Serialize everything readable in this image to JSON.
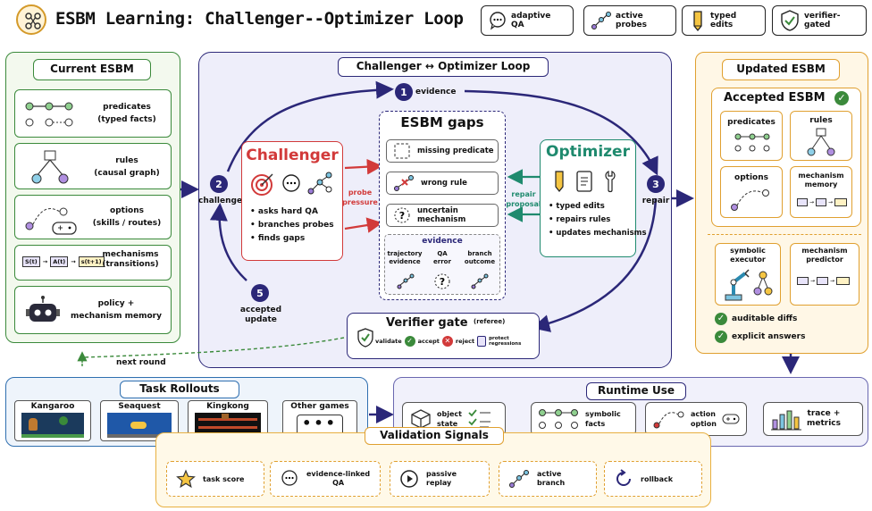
{
  "header": {
    "title": "ESBM Learning: Challenger--Optimizer Loop",
    "badges": [
      "adaptive QA",
      "active probes",
      "typed edits",
      "verifier-gated"
    ]
  },
  "current": {
    "title": "Current ESBM",
    "items": [
      {
        "label": "predicates\n(typed facts)"
      },
      {
        "label": "rules\n(causal graph)"
      },
      {
        "label": "options\n(skills / routes)"
      },
      {
        "label": "mechanisms\n(transitions)"
      },
      {
        "label": "policy +\nmechanism memory"
      }
    ],
    "mech_tokens": [
      "S(t)",
      "A(t)",
      "s(t+1)"
    ]
  },
  "loop": {
    "title": "Challenger ↔ Optimizer Loop",
    "steps": [
      "evidence",
      "challenge",
      "repair",
      "accepted\nupdate"
    ],
    "step_numbers": [
      "1",
      "2",
      "3",
      "5"
    ],
    "probe_pressure": "probe\npressure",
    "repair_proposal": "repair\nproposal",
    "next_round": "next round"
  },
  "challenger": {
    "title": "Challenger",
    "bullets": [
      "asks hard QA",
      "branches probes",
      "finds gaps"
    ]
  },
  "gaps": {
    "title": "ESBM gaps",
    "items": [
      "missing predicate",
      "wrong rule",
      "uncertain mechanism"
    ],
    "evidence_title": "evidence",
    "evidence_cols": [
      "trajectory\nevidence",
      "QA\nerror",
      "branch\noutcome"
    ]
  },
  "optimizer": {
    "title": "Optimizer",
    "bullets": [
      "typed edits",
      "repairs rules",
      "updates mechanisms"
    ]
  },
  "verifier": {
    "title": "Verifier gate",
    "subtitle": "(referee)",
    "actions": [
      "validate",
      "accept",
      "reject",
      "protect\nregressions"
    ]
  },
  "updated": {
    "title": "Updated ESBM",
    "accepted_title": "Accepted ESBM",
    "cells": [
      "predicates",
      "rules",
      "options",
      "mechanism\nmemory"
    ],
    "executor": "symbolic\nexecutor",
    "predictor": "mechanism\npredictor",
    "checks": [
      "auditable diffs",
      "explicit answers"
    ]
  },
  "rollouts": {
    "title": "Task Rollouts",
    "games": [
      "Kangaroo",
      "Seaquest",
      "Kingkong",
      "Other games"
    ]
  },
  "runtime": {
    "title": "Runtime Use",
    "cards": [
      "object\nstate",
      "symbolic\nfacts",
      "action\noption",
      "trace +\nmetrics"
    ]
  },
  "validation": {
    "title": "Validation Signals",
    "items": [
      "task score",
      "evidence-linked\nQA",
      "passive\nreplay",
      "active\nbranch",
      "rollback"
    ]
  },
  "colors": {
    "navy": "#2b2778",
    "red": "#d23a3a",
    "teal": "#1f8a6e",
    "green": "#3b8a3b",
    "orange": "#e0a030"
  }
}
